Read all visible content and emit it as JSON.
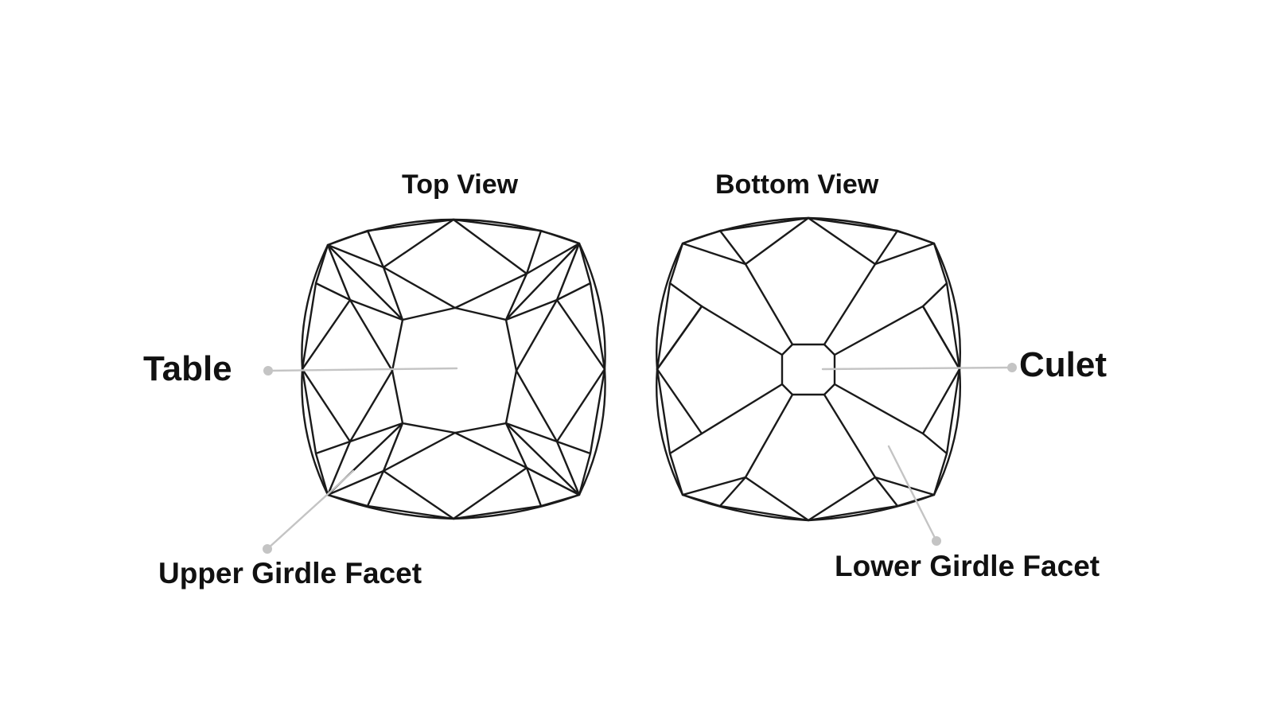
{
  "diagram": {
    "top_view": {
      "title": "Top View"
    },
    "bottom_view": {
      "title": "Bottom View"
    },
    "callouts": {
      "table": "Table",
      "culet": "Culet",
      "upper_girdle_facet": "Upper Girdle Facet",
      "lower_girdle_facet": "Lower Girdle Facet"
    },
    "colors": {
      "outline": "#1a1a1a",
      "leader_line": "#c4c4c4",
      "text": "#111111",
      "background": "#ffffff"
    }
  }
}
